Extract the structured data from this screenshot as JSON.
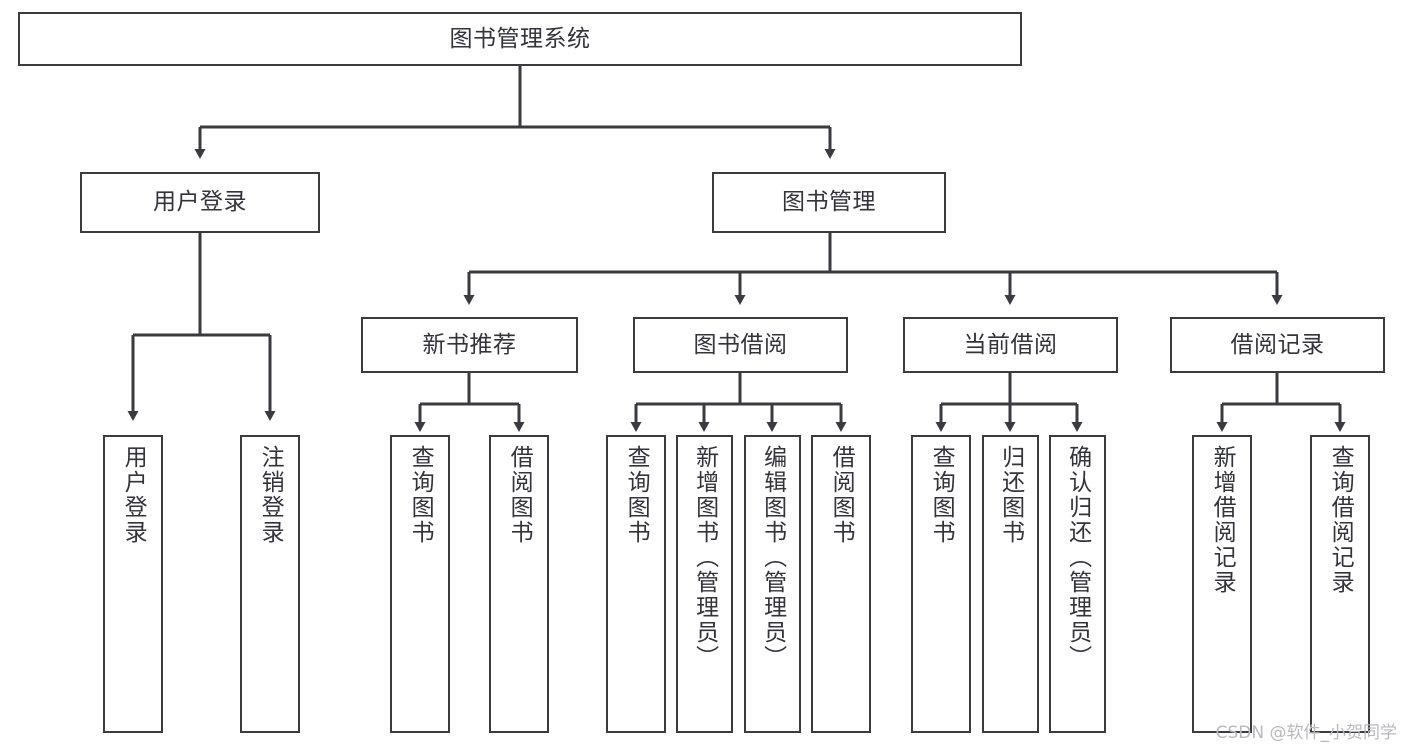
{
  "diagram": {
    "title": "图书管理系统",
    "type": "tree",
    "colors": {
      "background": "#ffffff",
      "node_fill": "#ffffff",
      "node_stroke": "#3b3b3f",
      "edge_stroke": "#3b3b3f",
      "text": "#33333a",
      "watermark": "#b9b9bd"
    },
    "nodes": {
      "root": {
        "label": "图书管理系统"
      },
      "level1": [
        {
          "id": "user-login",
          "label": "用户登录"
        },
        {
          "id": "book-manage",
          "label": "图书管理"
        }
      ],
      "level2": [
        {
          "id": "new-book-recommend",
          "label": "新书推荐"
        },
        {
          "id": "book-borrow",
          "label": "图书借阅"
        },
        {
          "id": "current-borrow",
          "label": "当前借阅"
        },
        {
          "id": "borrow-record",
          "label": "借阅记录"
        }
      ],
      "leaves": {
        "user_login": [
          {
            "id": "leaf-user-login",
            "label": "用户登录"
          },
          {
            "id": "leaf-logout",
            "label": "注销登录"
          }
        ],
        "new_book_recommend": [
          {
            "id": "leaf-query-book-1",
            "label": "查询图书"
          },
          {
            "id": "leaf-borrow-book-1",
            "label": "借阅图书"
          }
        ],
        "book_borrow": [
          {
            "id": "leaf-query-book-2",
            "label": "查询图书"
          },
          {
            "id": "leaf-add-book",
            "label": "新增图书（管理员）"
          },
          {
            "id": "leaf-edit-book",
            "label": "编辑图书（管理员）"
          },
          {
            "id": "leaf-borrow-book-2",
            "label": "借阅图书"
          }
        ],
        "current_borrow": [
          {
            "id": "leaf-query-book-3",
            "label": "查询图书"
          },
          {
            "id": "leaf-return-book",
            "label": "归还图书"
          },
          {
            "id": "leaf-confirm-return",
            "label": "确认归还（管理员）"
          }
        ],
        "borrow_record": [
          {
            "id": "leaf-add-record",
            "label": "新增借阅记录"
          },
          {
            "id": "leaf-query-record",
            "label": "查询借阅记录"
          }
        ]
      }
    },
    "watermark": "CSDN @软件_小贺同学"
  }
}
